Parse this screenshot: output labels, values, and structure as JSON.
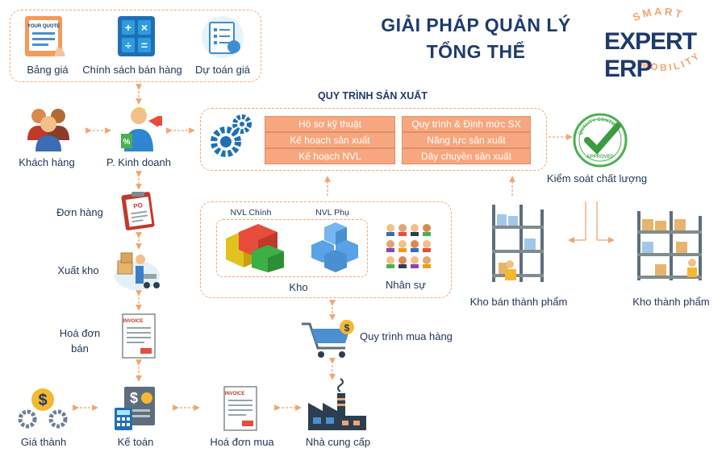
{
  "title": {
    "line1": "GIẢI PHÁP QUẢN LÝ",
    "line2": "TỔNG THỂ"
  },
  "logo": {
    "main": "EXPERT ERP",
    "top": "SMART",
    "bottom": "MOBILITY"
  },
  "top_group": {
    "bang_gia": "Bảng giá",
    "chinh_sach": "Chính sách bán hàng",
    "du_toan": "Dự toán giá",
    "quote_text": "YOUR QUOTE"
  },
  "left_column": {
    "khach_hang": "Khách hàng",
    "kinh_doanh": "P. Kinh doanh",
    "don_hang": "Đơn hàng",
    "xuat_kho": "Xuất kho",
    "hoa_don_ban": [
      "Hoá đơn",
      "bán"
    ],
    "po_text": "PO"
  },
  "production": {
    "title": "QUY TRÌNH SẢN XUẤT",
    "items": [
      "Hồ sơ kỹ thuật",
      "Kế hoạch sản xuất",
      "Kế hoạch NVL",
      "Quy trình & Định mức SX",
      "Năng lực sản xuất",
      "Dây chuyền sản xuất"
    ]
  },
  "quality": {
    "label": "Kiểm soát chất lượng",
    "seal_top": "QUALITY CONTROL",
    "seal_bottom": "APPROVED"
  },
  "warehouse": {
    "nvl_chinh": "NVL Chính",
    "nvl_phu": "NVL Phụ",
    "kho": "Kho",
    "nhan_su": "Nhân sự"
  },
  "finished": {
    "ban_thanh_pham": "Kho bán thành phẩm",
    "thanh_pham": "Kho thành phẩm"
  },
  "bottom_row": {
    "mua_hang": "Quy trình mua hàng",
    "gia_thanh": "Giá thành",
    "ke_toan": "Kế toán",
    "hoa_don_mua": "Hoá đơn mua",
    "nha_cung_cap": "Nhà cung cấp",
    "invoice_text": "INVOICE"
  },
  "colors": {
    "accent": "#f2a46f",
    "navy": "#1e3a6e",
    "pill": "#f6a77f",
    "green": "#4caf50"
  },
  "icons": [
    "quote-tablet-icon",
    "calculator-icon",
    "estimate-icon",
    "customers-icon",
    "salesperson-icon",
    "purchase-order-icon",
    "warehouse-dispatch-icon",
    "invoice-icon",
    "gears-icon",
    "quality-seal-icon",
    "boxes-icon",
    "people-grid-icon",
    "shelf-icon",
    "shopping-cart-icon",
    "coin-gears-icon",
    "accounting-icon",
    "factory-icon"
  ]
}
